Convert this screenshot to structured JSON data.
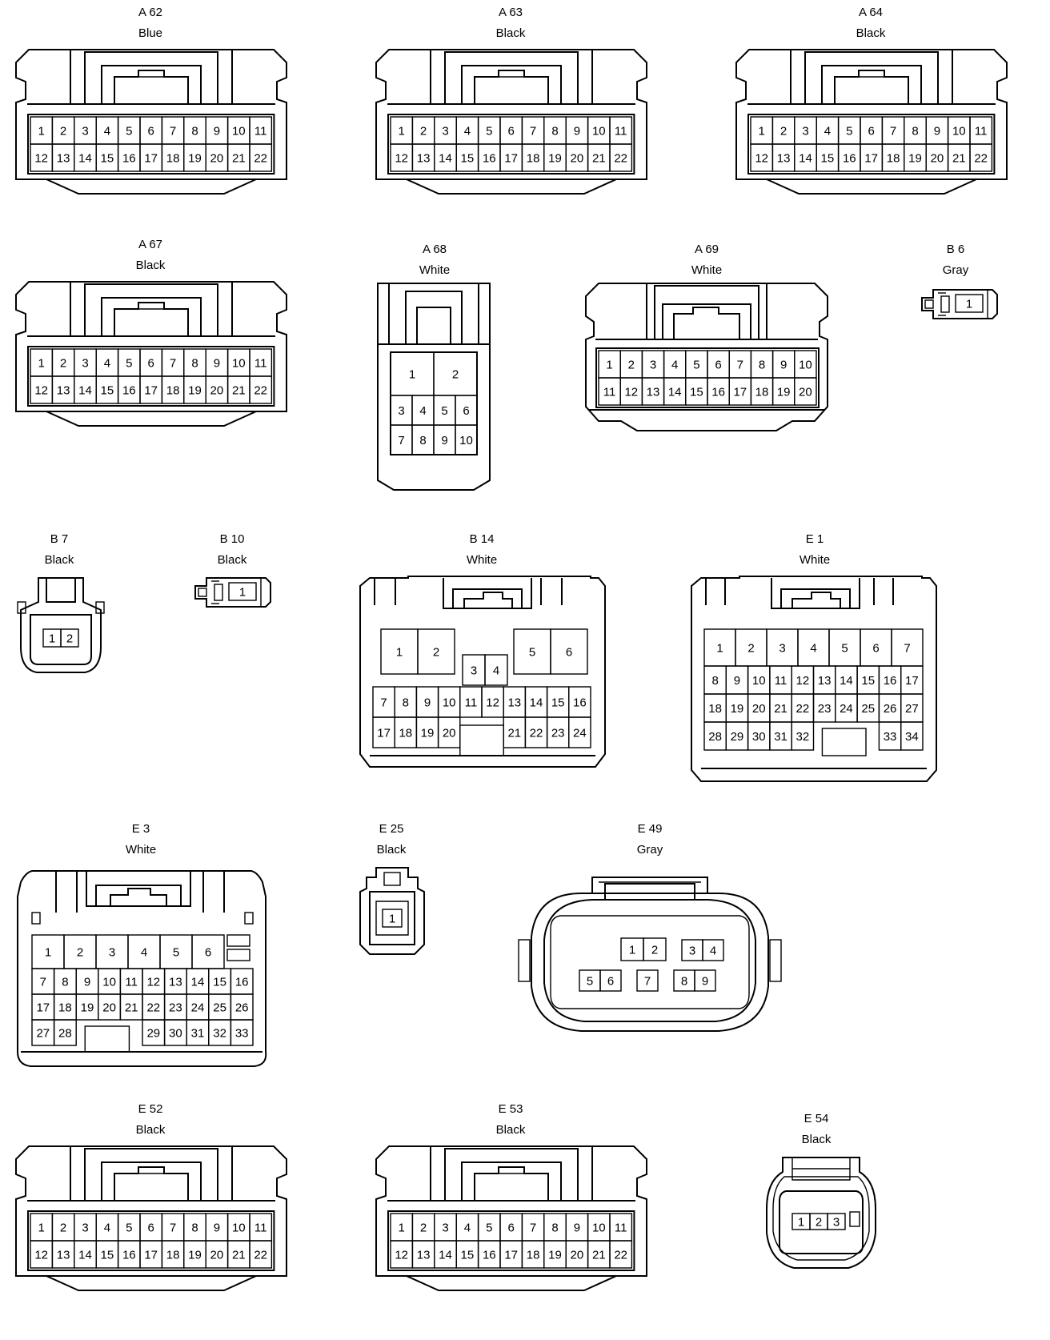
{
  "connectors": [
    {
      "id": "A 62",
      "color": "Blue",
      "pins": [
        "1",
        "2",
        "3",
        "4",
        "5",
        "6",
        "7",
        "8",
        "9",
        "10",
        "11",
        "12",
        "13",
        "14",
        "15",
        "16",
        "17",
        "18",
        "19",
        "20",
        "21",
        "22"
      ]
    },
    {
      "id": "A 63",
      "color": "Black",
      "pins": [
        "1",
        "2",
        "3",
        "4",
        "5",
        "6",
        "7",
        "8",
        "9",
        "10",
        "11",
        "12",
        "13",
        "14",
        "15",
        "16",
        "17",
        "18",
        "19",
        "20",
        "21",
        "22"
      ]
    },
    {
      "id": "A 64",
      "color": "Black",
      "pins": [
        "1",
        "2",
        "3",
        "4",
        "5",
        "6",
        "7",
        "8",
        "9",
        "10",
        "11",
        "12",
        "13",
        "14",
        "15",
        "16",
        "17",
        "18",
        "19",
        "20",
        "21",
        "22"
      ]
    },
    {
      "id": "A 67",
      "color": "Black",
      "pins": [
        "1",
        "2",
        "3",
        "4",
        "5",
        "6",
        "7",
        "8",
        "9",
        "10",
        "11",
        "12",
        "13",
        "14",
        "15",
        "16",
        "17",
        "18",
        "19",
        "20",
        "21",
        "22"
      ]
    },
    {
      "id": "A 68",
      "color": "White",
      "pins": [
        "1",
        "2",
        "3",
        "4",
        "5",
        "6",
        "7",
        "8",
        "9",
        "10"
      ]
    },
    {
      "id": "A 69",
      "color": "White",
      "pins": [
        "1",
        "2",
        "3",
        "4",
        "5",
        "6",
        "7",
        "8",
        "9",
        "10",
        "11",
        "12",
        "13",
        "14",
        "15",
        "16",
        "17",
        "18",
        "19",
        "20"
      ]
    },
    {
      "id": "B 6",
      "color": "Gray",
      "pins": [
        "1"
      ]
    },
    {
      "id": "B 7",
      "color": "Black",
      "pins": [
        "1",
        "2"
      ]
    },
    {
      "id": "B 10",
      "color": "Black",
      "pins": [
        "1"
      ]
    },
    {
      "id": "B 14",
      "color": "White",
      "pins": [
        "1",
        "2",
        "3",
        "4",
        "5",
        "6",
        "7",
        "8",
        "9",
        "10",
        "11",
        "12",
        "13",
        "14",
        "15",
        "16",
        "17",
        "18",
        "19",
        "20",
        "21",
        "22",
        "23",
        "24"
      ]
    },
    {
      "id": "E 1",
      "color": "White",
      "pins": [
        "1",
        "2",
        "3",
        "4",
        "5",
        "6",
        "7",
        "8",
        "9",
        "10",
        "11",
        "12",
        "13",
        "14",
        "15",
        "16",
        "17",
        "18",
        "19",
        "20",
        "21",
        "22",
        "23",
        "24",
        "25",
        "26",
        "27",
        "28",
        "29",
        "30",
        "31",
        "32",
        "33",
        "34"
      ]
    },
    {
      "id": "E 3",
      "color": "White",
      "pins": [
        "1",
        "2",
        "3",
        "4",
        "5",
        "6",
        "7",
        "8",
        "9",
        "10",
        "11",
        "12",
        "13",
        "14",
        "15",
        "16",
        "17",
        "18",
        "19",
        "20",
        "21",
        "22",
        "23",
        "24",
        "25",
        "26",
        "27",
        "28",
        "29",
        "30",
        "31",
        "32",
        "33"
      ]
    },
    {
      "id": "E 25",
      "color": "Black",
      "pins": [
        "1"
      ]
    },
    {
      "id": "E 49",
      "color": "Gray",
      "pins": [
        "1",
        "2",
        "3",
        "4",
        "5",
        "6",
        "7",
        "8",
        "9"
      ]
    },
    {
      "id": "E 52",
      "color": "Black",
      "pins": [
        "1",
        "2",
        "3",
        "4",
        "5",
        "6",
        "7",
        "8",
        "9",
        "10",
        "11",
        "12",
        "13",
        "14",
        "15",
        "16",
        "17",
        "18",
        "19",
        "20",
        "21",
        "22"
      ]
    },
    {
      "id": "E 53",
      "color": "Black",
      "pins": [
        "1",
        "2",
        "3",
        "4",
        "5",
        "6",
        "7",
        "8",
        "9",
        "10",
        "11",
        "12",
        "13",
        "14",
        "15",
        "16",
        "17",
        "18",
        "19",
        "20",
        "21",
        "22"
      ]
    },
    {
      "id": "E 54",
      "color": "Black",
      "pins": [
        "1",
        "2",
        "3"
      ]
    }
  ]
}
